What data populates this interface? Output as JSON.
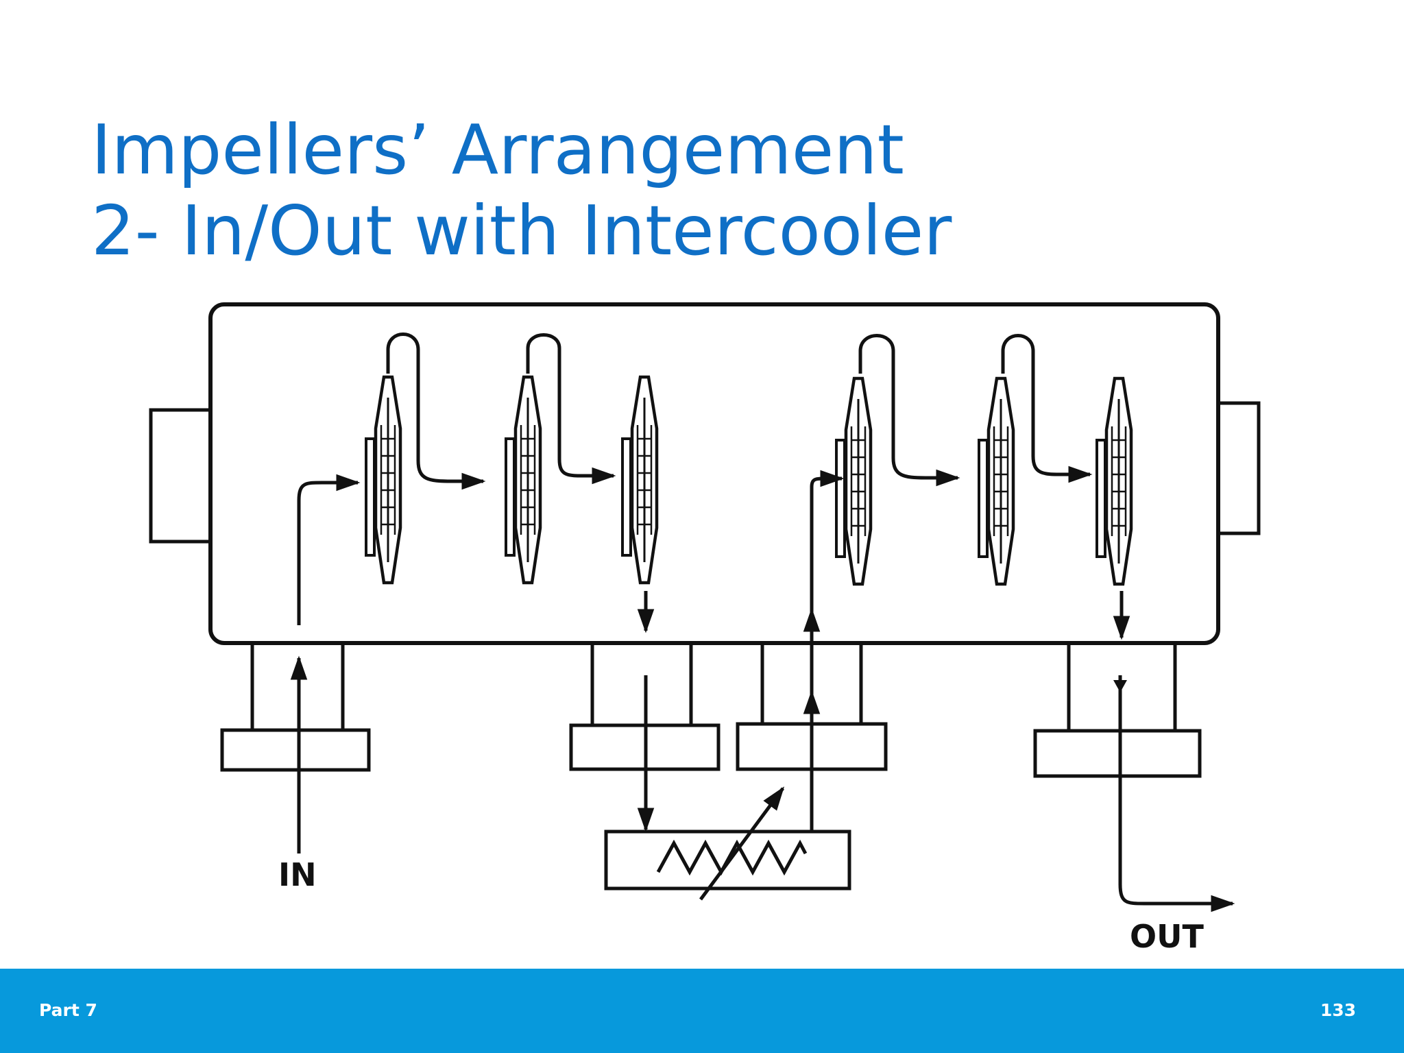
{
  "slide": {
    "title_line1": "Impellers’ Arrangement",
    "title_line2": "2- In/Out with Intercooler"
  },
  "diagram": {
    "in_label": "IN",
    "out_label": "OUT",
    "impeller_count": 6,
    "stage_groups": 2
  },
  "footer": {
    "section": "Part 7",
    "page_number": "133"
  },
  "colors": {
    "title": "#0f6fc6",
    "footer_bar": "#0799dc",
    "footer_text": "#ffffff",
    "line_art": "#111111"
  }
}
